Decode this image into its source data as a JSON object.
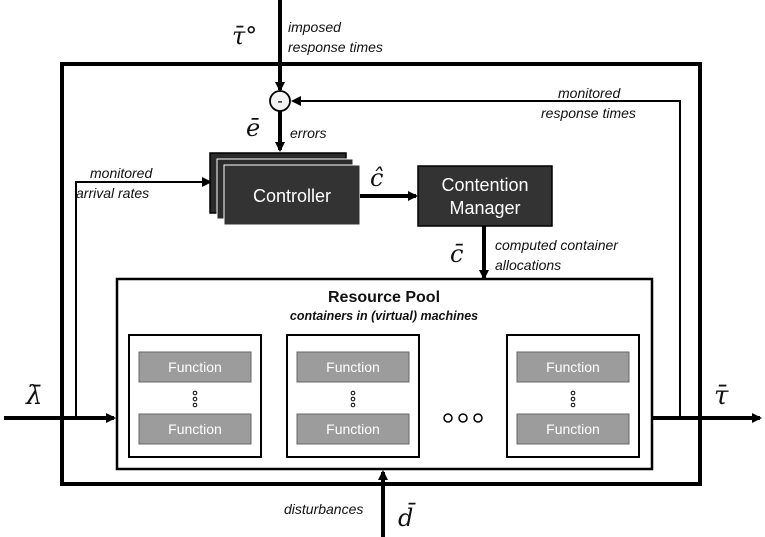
{
  "inputs": {
    "tau_ref_symbol": "τ̄°",
    "imposed_label_line1": "imposed",
    "imposed_label_line2": "response times",
    "lambda_symbol": "λ̄",
    "d_symbol": "d̄",
    "disturbances_label": "disturbances"
  },
  "feedback": {
    "monitored_response_line1": "monitored",
    "monitored_response_line2": "response times",
    "comparator_symbol": "-",
    "e_symbol": "ē",
    "errors_label": "errors",
    "monitored_arrival_line1": "monitored",
    "monitored_arrival_line2": "arrival rates"
  },
  "controller": {
    "label": "Controller",
    "c_hat_symbol": "ĉ"
  },
  "contention_manager": {
    "label_line1": "Contention",
    "label_line2": "Manager",
    "c_bar_symbol": "c̄",
    "computed_line1": "computed container",
    "computed_line2": "allocations"
  },
  "resource_pool": {
    "title": "Resource Pool",
    "subtitle": "containers in (virtual) machines",
    "function_label": "Function",
    "ellipsis": "ooo"
  },
  "output": {
    "tau_symbol": "τ̄"
  }
}
